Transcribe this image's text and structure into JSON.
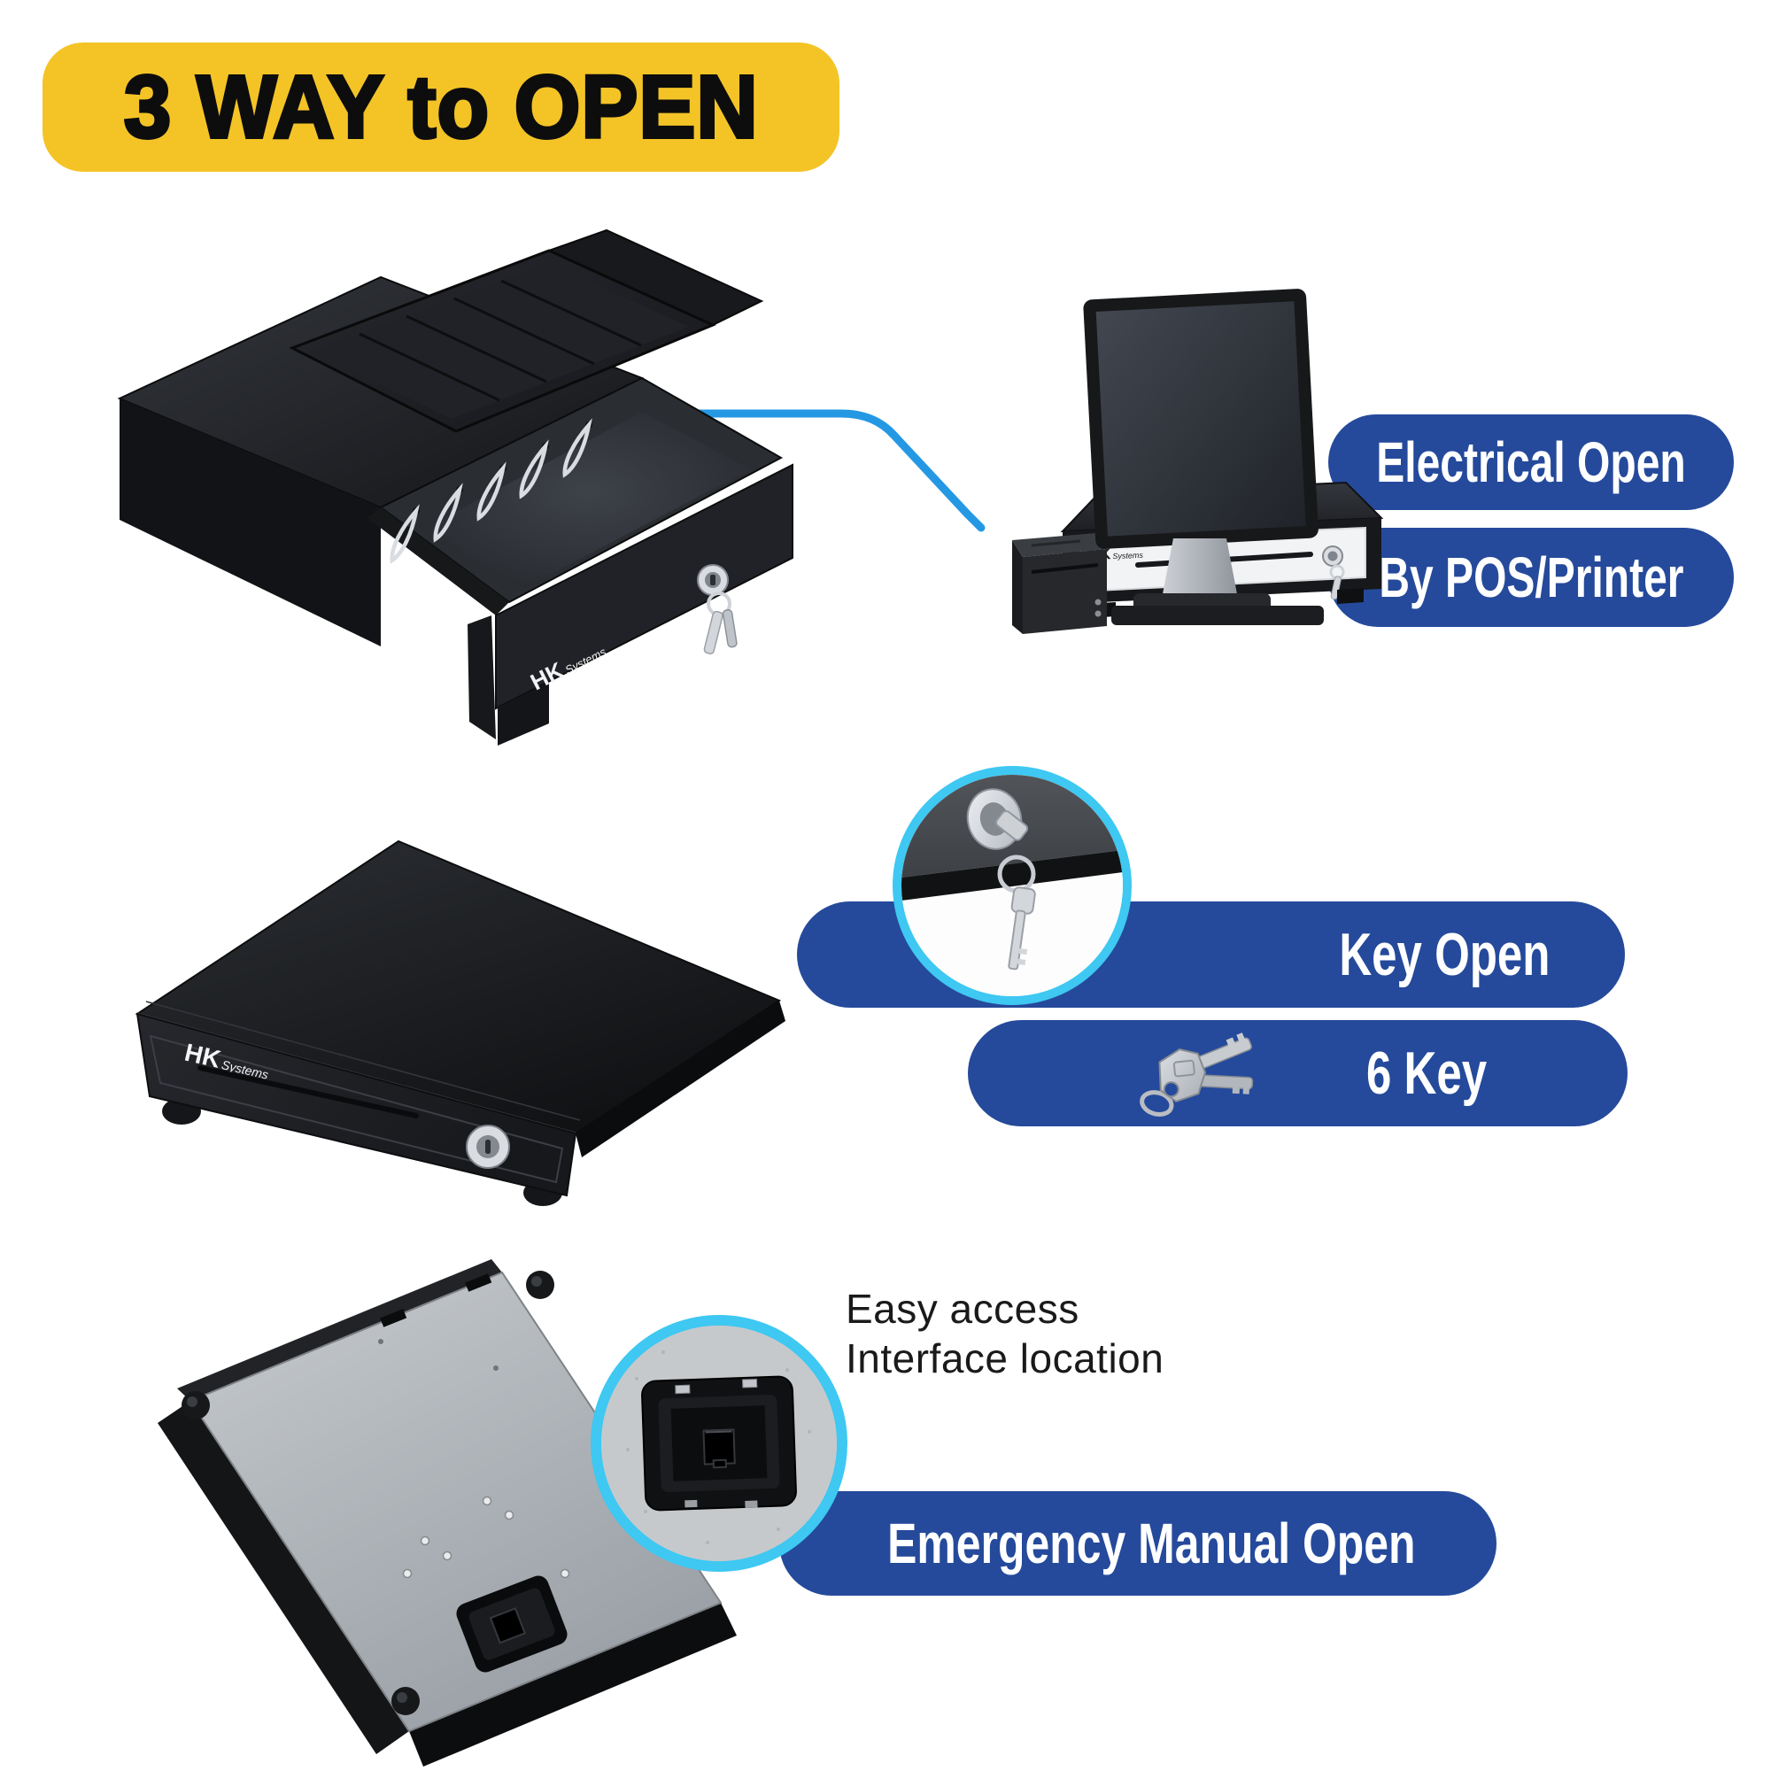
{
  "banner": {
    "text": "3 WAY to OPEN"
  },
  "colors": {
    "banner_yellow": "#F4C427",
    "pill_blue": "#254A9B",
    "accent_cyan": "#3EC8F2",
    "cable_blue": "#2598E4"
  },
  "brand": {
    "logo": "HK",
    "logo_suffix": "Systems"
  },
  "sections": {
    "electrical": {
      "label_top": "Electrical Open",
      "label_bottom": "By POS/Printer"
    },
    "key": {
      "label_top": "Key Open",
      "label_bottom": "6 Key"
    },
    "manual": {
      "caption_line1": "Easy access",
      "caption_line2": "Interface location",
      "label": "Emergency Manual Open"
    }
  }
}
